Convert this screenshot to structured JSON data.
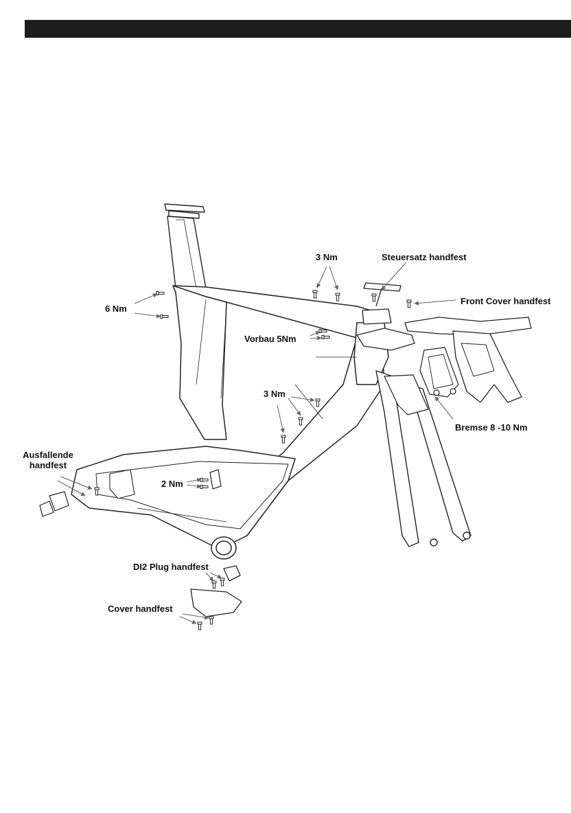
{
  "header": {
    "color": "#1d1d1d"
  },
  "labels": {
    "nm6": "6 Nm",
    "nm3_top": "3 Nm",
    "steuersatz": "Steuersatz handfest",
    "front_cover": "Front Cover handfest",
    "vorbau": "Vorbau 5Nm",
    "nm3_mid": "3 Nm",
    "bremse": "Bremse 8 -10 Nm",
    "ausfallende_1": "Ausfallende",
    "ausfallende_2": "handfest",
    "nm2": "2 Nm",
    "di2": "DI2 Plug handfest",
    "cover": "Cover handfest"
  },
  "icons": {
    "frame": "bike-frame-drawing",
    "fork": "fork-drawing",
    "aerobar": "aerobar-drawing",
    "brake": "brake-caliper-drawing",
    "bolt": "bolt-icon",
    "arrow": "arrow-icon"
  }
}
